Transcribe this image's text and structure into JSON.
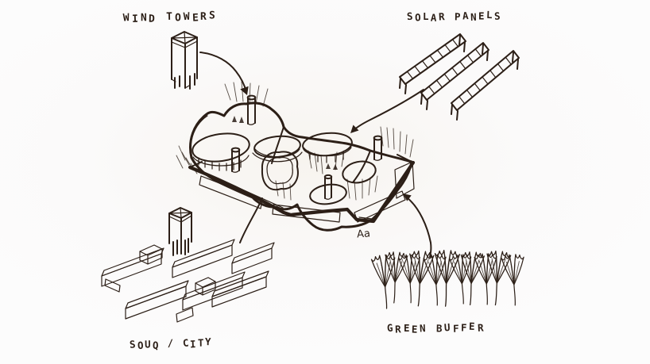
{
  "page": {
    "background": "#fcfcfc",
    "ink": "#2c1f17",
    "description": "hand-drawn architectural concept sketch"
  },
  "labels": {
    "wind_towers": "WIND TOWERS",
    "solar_panels": "SOLAR PANELS",
    "souq_city": "SOUQ / CITY",
    "green_buffer": "GREEN BUFFER"
  },
  "annotations": {
    "plaza_figures": "Aa"
  },
  "sketch": {
    "elements": [
      "wind-tower",
      "solar-panel-arrays",
      "eco-building",
      "souq-city-blocks",
      "green-buffer-trees"
    ],
    "connectors": [
      {
        "from": "wind-tower",
        "to": "building-roof",
        "arrow": true
      },
      {
        "from": "solar-panels",
        "to": "building-roof",
        "arrow": true
      },
      {
        "from": "building-base",
        "to": "souq-city-blocks",
        "arrow": false
      },
      {
        "from": "building-corner",
        "to": "green-buffer",
        "arrow": true
      }
    ]
  }
}
